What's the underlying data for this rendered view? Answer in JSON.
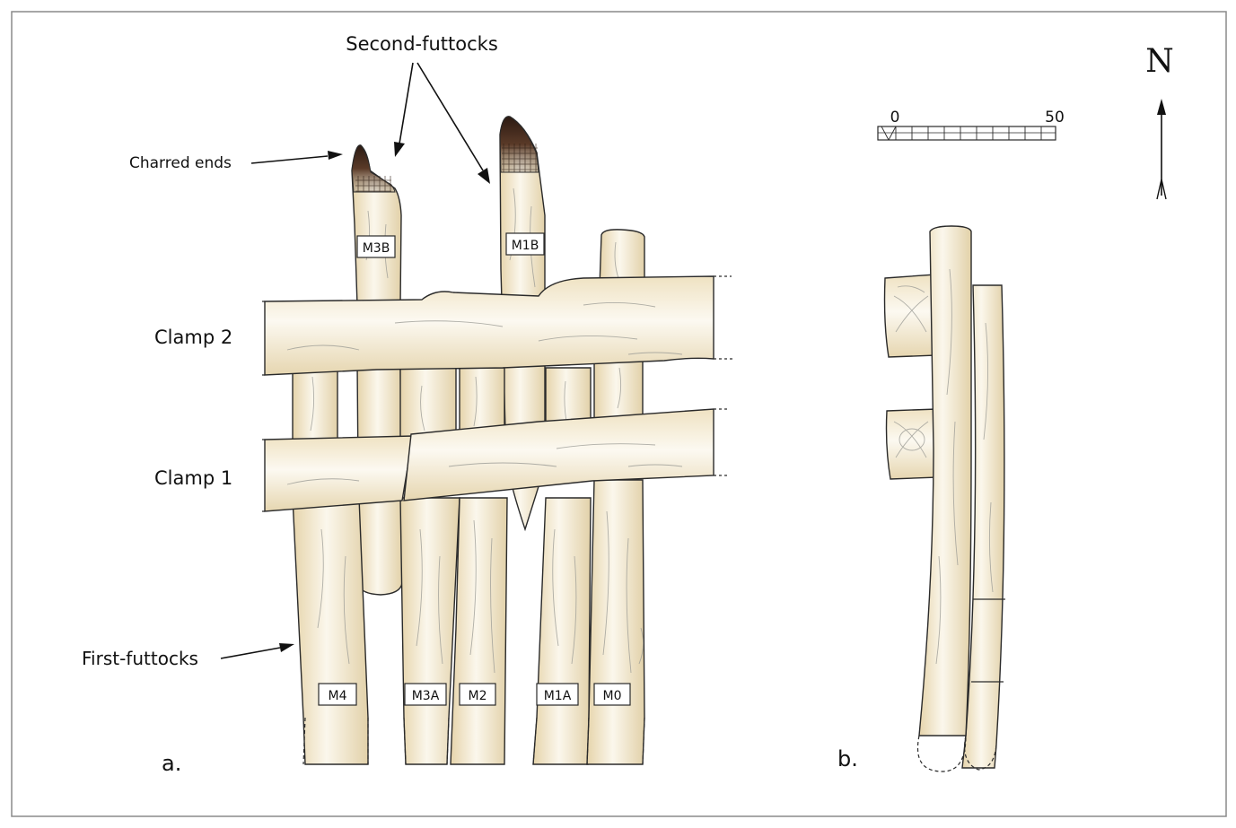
{
  "labels": {
    "charred_ends": "Charred ends",
    "second_futtocks": "Second-futtocks",
    "first_futtocks": "First-futtocks",
    "clamp_2": "Clamp 2",
    "clamp_1": "Clamp 1",
    "panel_a": "a.",
    "panel_b": "b.",
    "north": "N"
  },
  "scale_bar": {
    "start": "0",
    "end": "50"
  },
  "timber_tags": {
    "m3b": "M3B",
    "m1b": "M1B",
    "m4": "M4",
    "m3a": "M3A",
    "m2": "M2",
    "m1a": "M1A",
    "m0": "M0"
  },
  "colors": {
    "wood_light": "#fbf7ec",
    "wood_mid": "#f1e6cc",
    "wood_dark": "#e0cfa6",
    "char": "#3a2418",
    "ink": "#2a2a2a"
  }
}
